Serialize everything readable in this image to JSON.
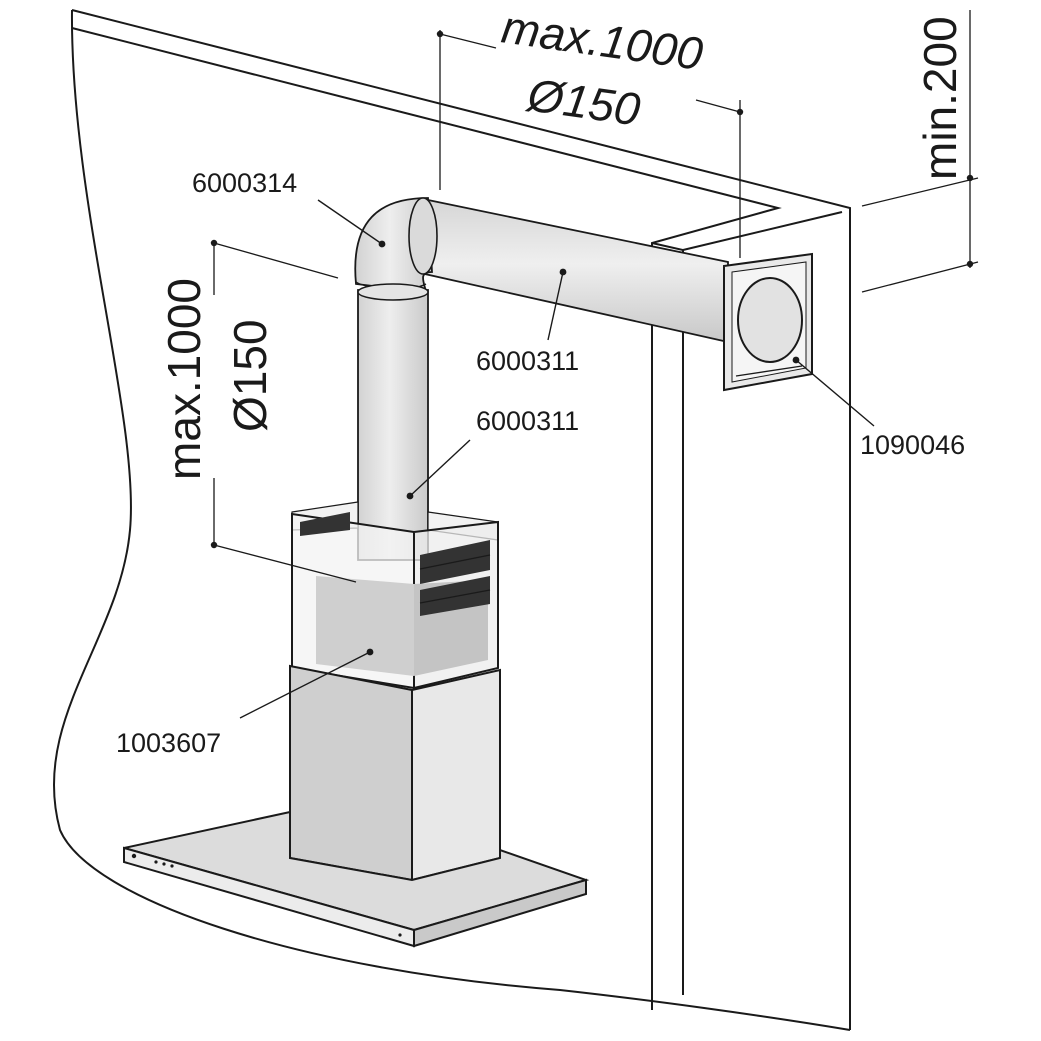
{
  "dimensions": {
    "horizontal_max": "max.1000",
    "horizontal_diameter": "Ø150",
    "vertical_max": "max.1000",
    "vertical_diameter": "Ø150",
    "wall_min": "min.200"
  },
  "part_numbers": {
    "elbow": "6000314",
    "horizontal_pipe": "6000311",
    "vertical_pipe": "6000311",
    "wall_grille": "1090046",
    "chimney": "1003607"
  },
  "colors": {
    "line": "#1a1a1a",
    "metal_light": "#e6e6e6",
    "metal_mid": "#cfcfcf",
    "metal_dark": "#bdbdbd",
    "vent": "#333333"
  }
}
